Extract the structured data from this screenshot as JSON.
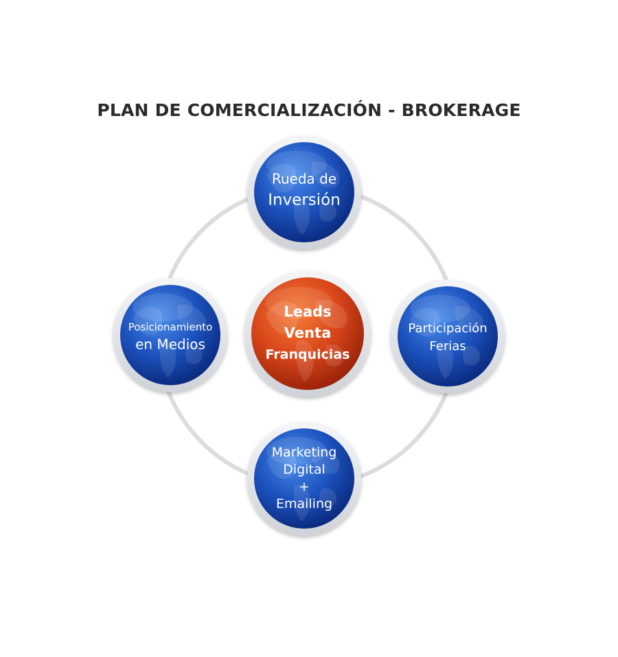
{
  "title": "PLAN DE COMERCIALIZACIÓN - BROKERAGE",
  "colors": {
    "ring": "#d9d9d9",
    "node_border": "#e4e6ea",
    "blue_light": "#3f7ee0",
    "blue_dark": "#0b2d84",
    "orange_light": "#f26a2a",
    "orange_dark": "#a8280c"
  },
  "nodes": [
    {
      "id": "top",
      "lines": [
        "Rueda de",
        "Inversión"
      ],
      "color": "blue"
    },
    {
      "id": "left",
      "lines": [
        "Posicionamiento",
        "en Medios"
      ],
      "color": "blue"
    },
    {
      "id": "center",
      "lines": [
        "Leads",
        "Venta",
        "Franquicias"
      ],
      "color": "orange"
    },
    {
      "id": "right",
      "lines": [
        "Participación",
        "Ferias"
      ],
      "color": "blue"
    },
    {
      "id": "bottom",
      "lines": [
        "Marketing",
        "Digital",
        "+",
        "Emailing"
      ],
      "color": "blue"
    }
  ]
}
